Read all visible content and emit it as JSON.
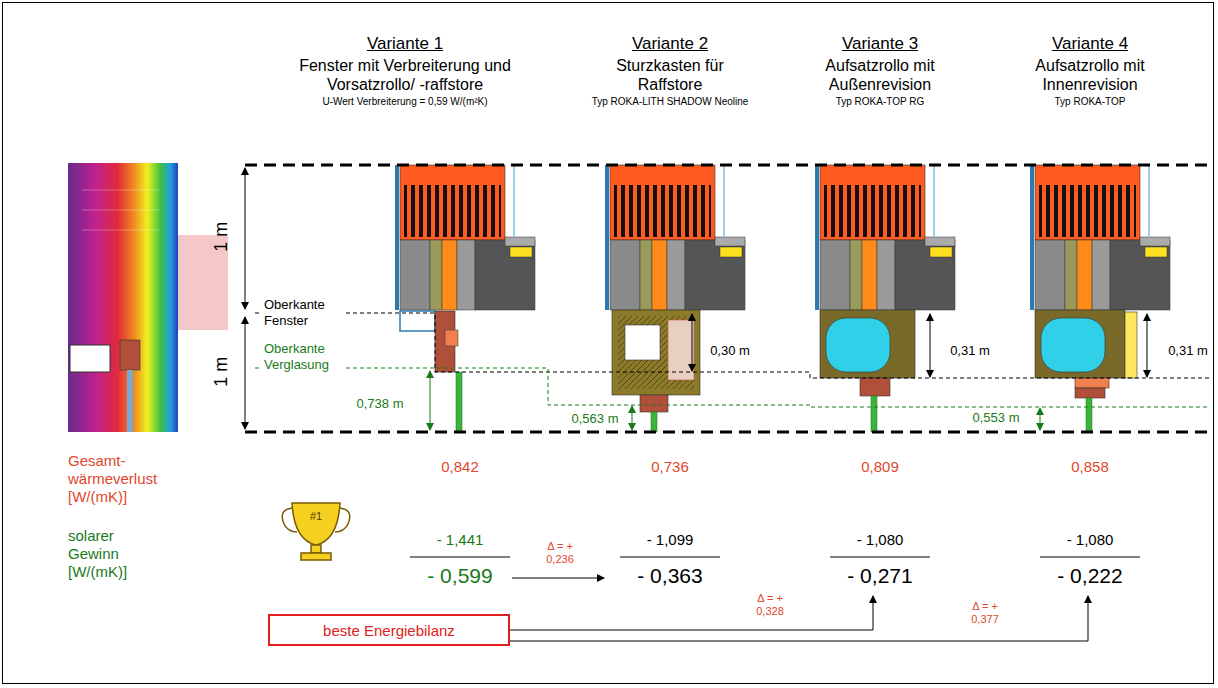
{
  "diagram": {
    "nodes": [
      {
        "text": [
          "beste Energiebilanz"
        ]
      }
    ],
    "labels": [
      "Variante 1",
      "Fenster mit Verbreiterung und Vorsatzrollo/ -raffstore",
      "U-Wert Verbreiterung = 0,59 W/(m²K)",
      "Variante 2",
      "Sturzkasten für Raffstore",
      "Typ ROKA-LITH SHADOW Neoline",
      "Variante 3",
      "Aufsatzrollo mit Außenrevision",
      "Typ ROKA-TOP RG",
      "Variante 4",
      "Aufsatzrollo mit Innenrevision",
      "Typ ROKA-TOP",
      "1 m",
      "1 m",
      "Oberkante Fenster",
      "Oberkante Verglasung",
      "0,738 m",
      "0,30 m",
      "0,563 m",
      "0,31 m",
      "0,31 m",
      "0,553 m",
      "Gesamt- wärmeverlust [W/(mK)]",
      "0,842",
      "0,736",
      "0,809",
      "0,858",
      "solarer Gewinn [W/(mK)]",
      "- 1,441",
      "- 0,599",
      "Δ = + 0,236",
      "- 1,099",
      "- 0,363",
      "- 1,080",
      "- 0,271",
      "Δ = + 0,328",
      "- 1,080",
      "- 0,222",
      "Δ = + 0,377",
      "#1"
    ]
  }
}
